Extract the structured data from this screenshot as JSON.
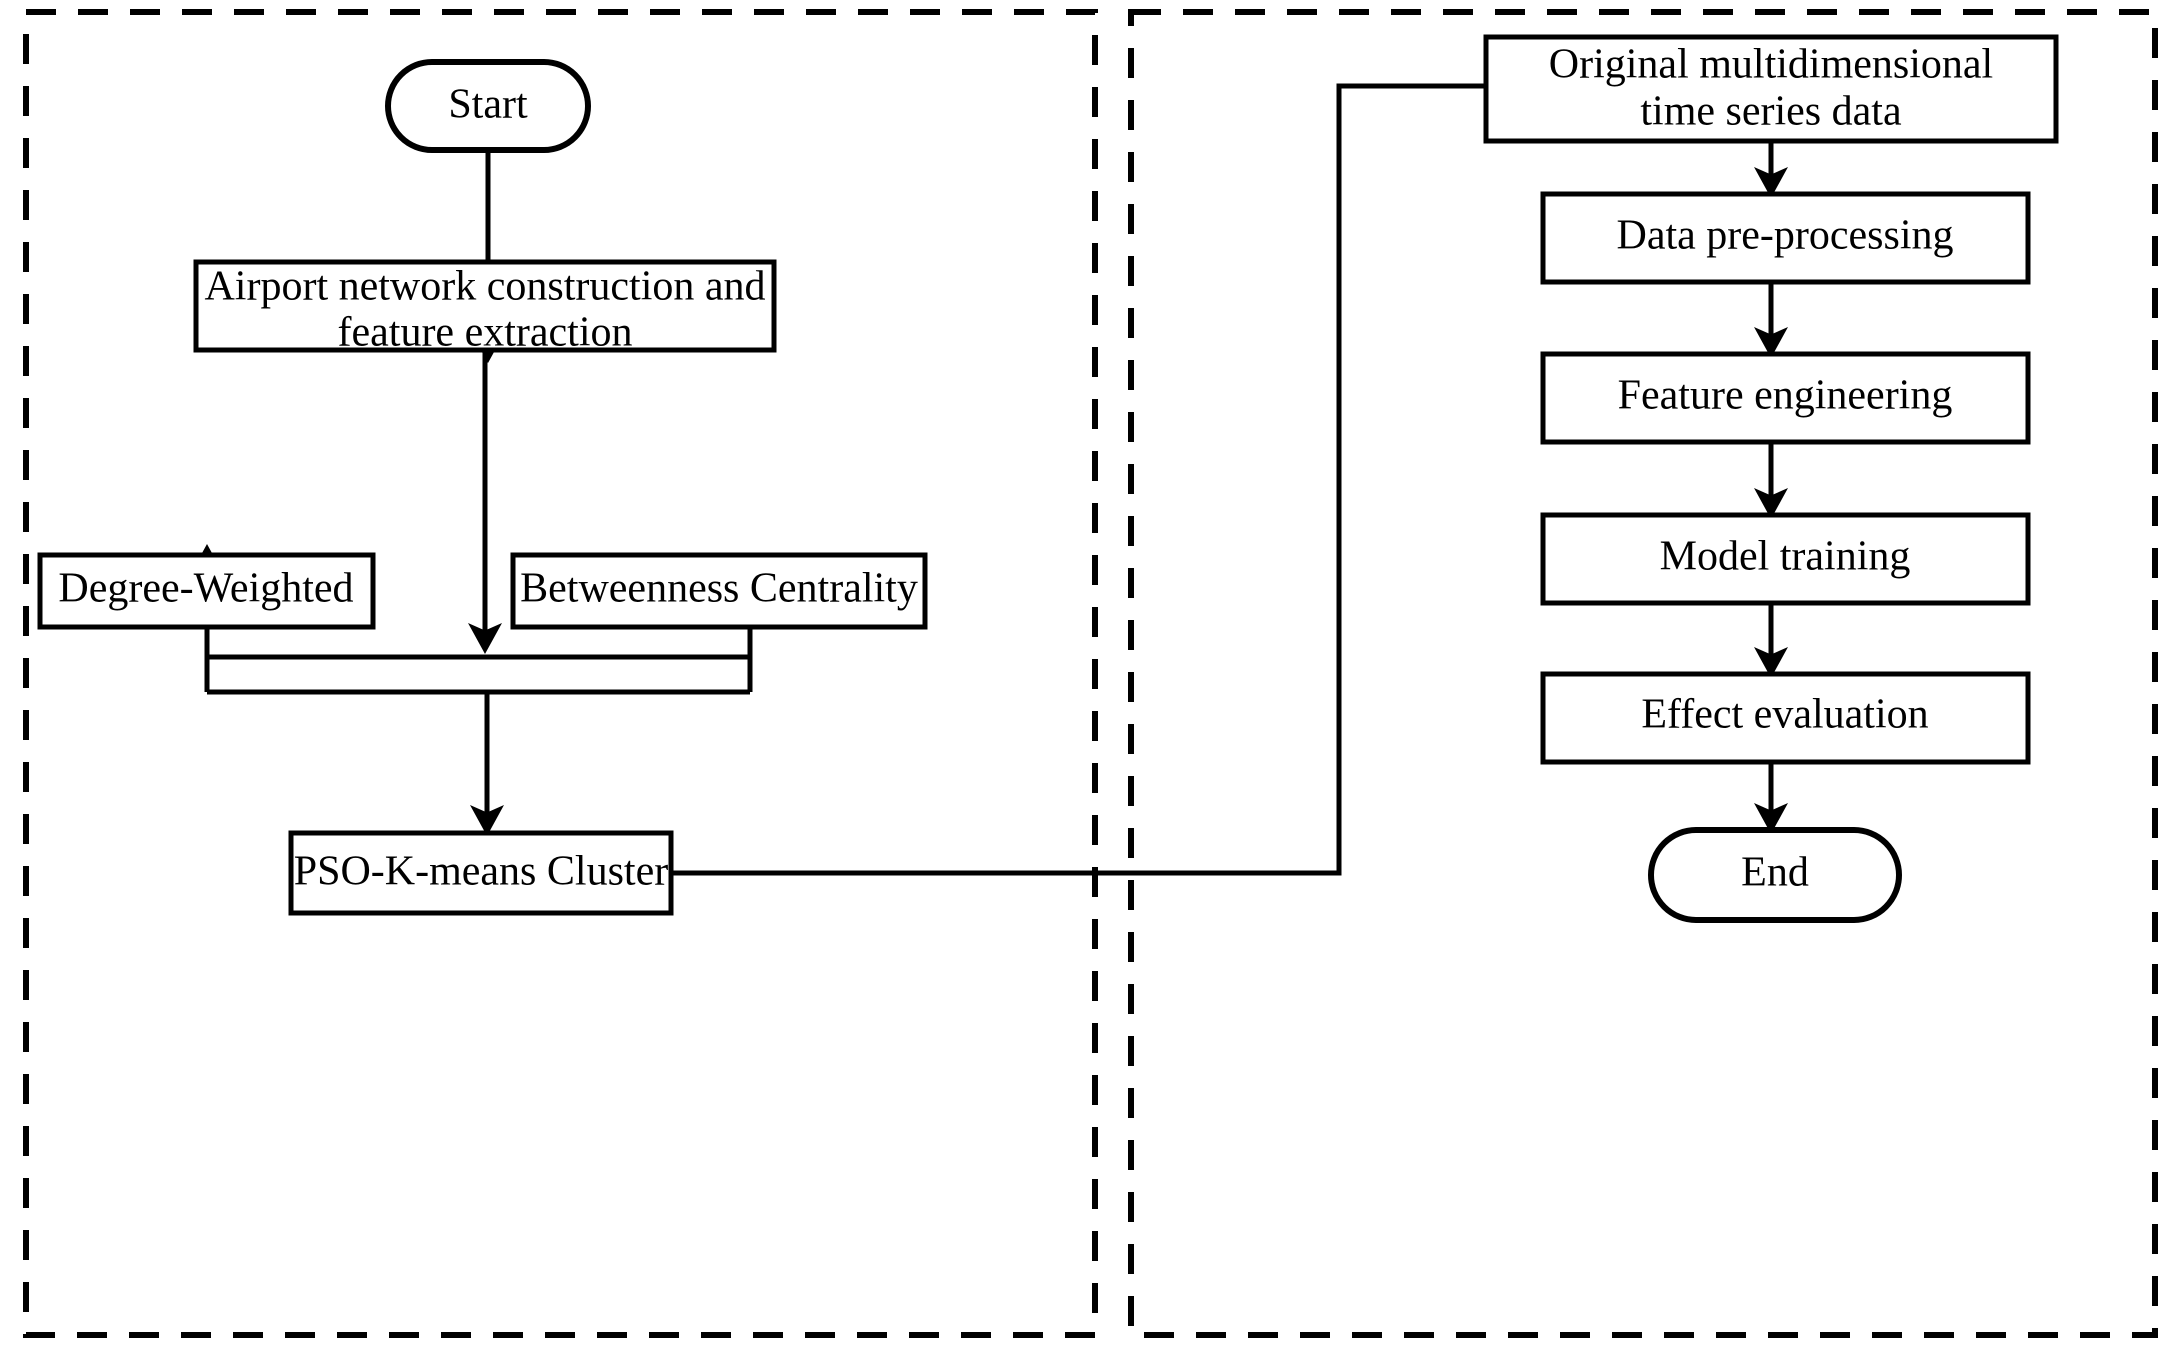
{
  "figure": {
    "type": "flowchart",
    "panels": [
      {
        "id": "left-panel",
        "name": "airport-network-clustering-panel",
        "nodes": [
          {
            "id": "start",
            "shape": "terminator",
            "label": "Start"
          },
          {
            "id": "airport-network",
            "shape": "process",
            "label_line1": "Airport network construction and",
            "label_line2": "feature extraction"
          },
          {
            "id": "degree-weighted",
            "shape": "process",
            "label": "Degree-Weighted"
          },
          {
            "id": "betweenness-centrality",
            "shape": "process",
            "label": "Betweenness Centrality"
          },
          {
            "id": "pso-kmeans",
            "shape": "process",
            "label": "PSO-K-means Cluster"
          }
        ],
        "edges": [
          {
            "from": "start",
            "to": "airport-network",
            "kind": "arrow-down"
          },
          {
            "from": "airport-network",
            "to": "split-bar",
            "kind": "arrow-down"
          },
          {
            "from": "split-bar",
            "to": "degree-weighted",
            "kind": "arrow-down"
          },
          {
            "from": "split-bar",
            "to": "betweenness-centrality",
            "kind": "arrow-down"
          },
          {
            "from": "degree-weighted",
            "to": "merge-bar",
            "kind": "line"
          },
          {
            "from": "betweenness-centrality",
            "to": "merge-bar",
            "kind": "line"
          },
          {
            "from": "merge-bar",
            "to": "pso-kmeans",
            "kind": "arrow-down"
          }
        ]
      },
      {
        "id": "right-panel",
        "name": "prediction-pipeline-panel",
        "nodes": [
          {
            "id": "original-data",
            "shape": "process",
            "label_line1": "Original multidimensional",
            "label_line2": "time series data"
          },
          {
            "id": "data-preprocessing",
            "shape": "process",
            "label": "Data pre-processing"
          },
          {
            "id": "feature-engineering",
            "shape": "process",
            "label": "Feature engineering"
          },
          {
            "id": "model-training",
            "shape": "process",
            "label": "Model training"
          },
          {
            "id": "effect-evaluation",
            "shape": "process",
            "label": "Effect evaluation"
          },
          {
            "id": "end",
            "shape": "terminator",
            "label": "End"
          }
        ],
        "edges": [
          {
            "from": "original-data",
            "to": "data-preprocessing",
            "kind": "arrow-down"
          },
          {
            "from": "data-preprocessing",
            "to": "feature-engineering",
            "kind": "arrow-down"
          },
          {
            "from": "feature-engineering",
            "to": "model-training",
            "kind": "arrow-down"
          },
          {
            "from": "model-training",
            "to": "effect-evaluation",
            "kind": "arrow-down"
          },
          {
            "from": "effect-evaluation",
            "to": "end",
            "kind": "arrow-down"
          }
        ]
      }
    ],
    "cross_panel_edge": {
      "from": "pso-kmeans",
      "to": "original-data",
      "kind": "arrow-right-elbow"
    },
    "colors": {
      "stroke": "#000000",
      "fill": "#ffffff",
      "background": "#ffffff"
    }
  },
  "labels": {
    "start": "Start",
    "airport_network_l1": "Airport network construction and",
    "airport_network_l2": "feature extraction",
    "degree_weighted": "Degree-Weighted",
    "betweenness_centrality": "Betweenness Centrality",
    "pso_kmeans": "PSO-K-means Cluster",
    "original_data_l1": "Original multidimensional",
    "original_data_l2": "time series data",
    "data_preprocessing": "Data pre-processing",
    "feature_engineering": "Feature engineering",
    "model_training": "Model training",
    "effect_evaluation": "Effect evaluation",
    "end": "End"
  }
}
